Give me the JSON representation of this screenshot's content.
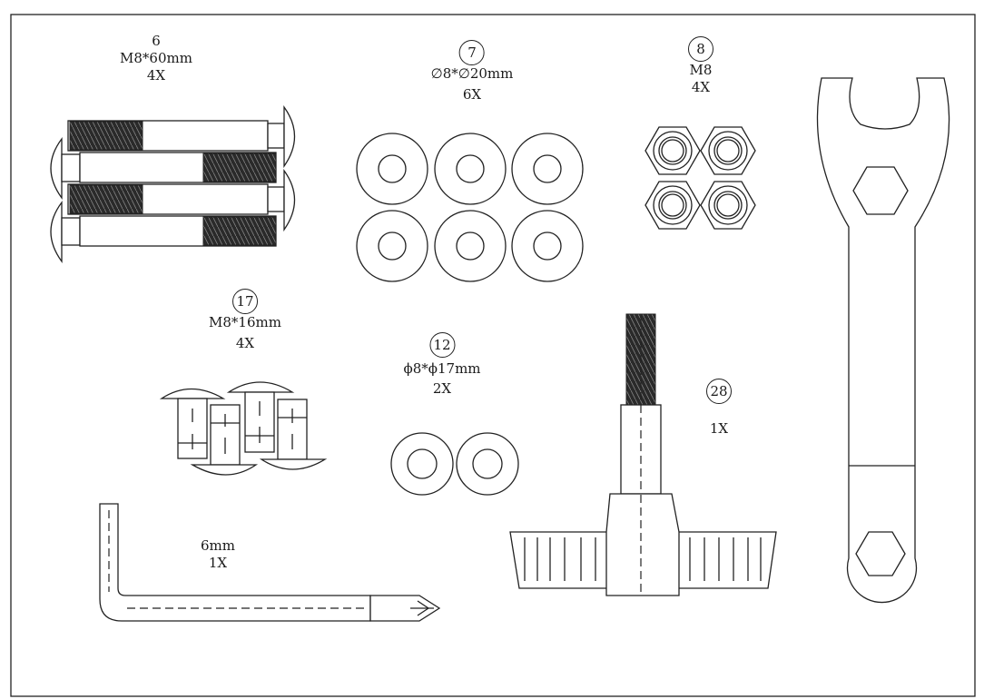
{
  "parts": [
    {
      "id": "bolt-6",
      "number": "6",
      "spec": "M8*60mm",
      "qty": "4X",
      "circled": false
    },
    {
      "id": "washer-7",
      "number": "7",
      "spec": "∅8*∅20mm",
      "qty": "6X",
      "circled": true
    },
    {
      "id": "nut-8",
      "number": "8",
      "spec": "M8",
      "qty": "4X",
      "circled": true
    },
    {
      "id": "bolt-17",
      "number": "17",
      "spec": "M8*16mm",
      "qty": "4X",
      "circled": true
    },
    {
      "id": "washer-12",
      "number": "12",
      "spec": "ϕ8*ϕ17mm",
      "qty": "2X",
      "circled": true
    },
    {
      "id": "knob-28",
      "number": "28",
      "spec": "",
      "qty": "1X",
      "circled": true
    },
    {
      "id": "allen-key",
      "number": "",
      "spec": "6mm",
      "qty": "1X",
      "circled": false
    }
  ]
}
